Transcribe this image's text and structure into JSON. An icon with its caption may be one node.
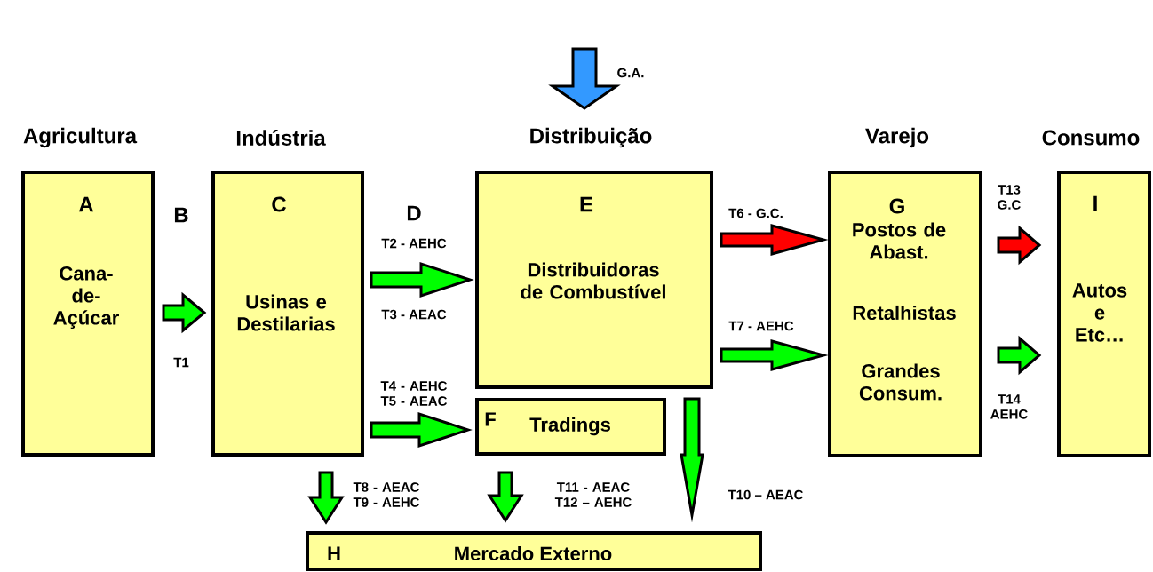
{
  "diagram": {
    "nodes": [
      {
        "text": [
          "Agricultura",
          "A",
          "Cana- de- Açúcar"
        ]
      },
      {
        "text": [
          "Indústria",
          "C",
          "Usinas e Destilarias"
        ]
      },
      {
        "text": [
          "Distribuição",
          "E",
          "Distribuidoras de Combustível"
        ]
      },
      {
        "text": [
          "F",
          "Tradings"
        ]
      },
      {
        "text": [
          "Varejo",
          "G",
          "Postos de Abast.",
          "Retalhistas",
          "Grandes Consum."
        ]
      },
      {
        "text": [
          "Consumo",
          "I",
          "Autos e Etc…"
        ]
      },
      {
        "text": [
          "H",
          "Mercado Externo"
        ]
      }
    ],
    "edges": [
      {
        "from": 0,
        "to": 1,
        "arrow": "to",
        "label": "T1"
      },
      {
        "from": 1,
        "to": 2,
        "arrow": "to",
        "label": "T2 - AEHC"
      },
      {
        "from": 1,
        "to": 3,
        "arrow": "to",
        "label": "T4 - AEHC T5 - AEAC"
      },
      {
        "from": 2,
        "to": 4,
        "arrow": "to",
        "label": "T6 - G.C.",
        "color": "#ff0000"
      },
      {
        "from": 2,
        "to": 4,
        "arrow": "to",
        "label": "T7 - AEHC"
      },
      {
        "from": 4,
        "to": 5,
        "arrow": "to",
        "label": "T13 G.C",
        "color": "#ff0000"
      },
      {
        "from": 4,
        "to": 5,
        "arrow": "to",
        "label": "T14 AEHC"
      },
      {
        "from": 1,
        "to": 6,
        "arrow": "to",
        "label": "T8 - AEAC T9 - AEHC"
      },
      {
        "from": 3,
        "to": 6,
        "arrow": "to",
        "label": "T11 - AEAC T12 – AEHC"
      },
      {
        "from": 2,
        "to": 6,
        "arrow": "to",
        "label": "T10 – AEAC"
      },
      {
        "from": null,
        "to": 2,
        "arrow": "to",
        "label": "G.A.",
        "color": "#3399ff"
      }
    ],
    "labels": [
      "B",
      "D",
      "T3 - AEAC"
    ]
  }
}
